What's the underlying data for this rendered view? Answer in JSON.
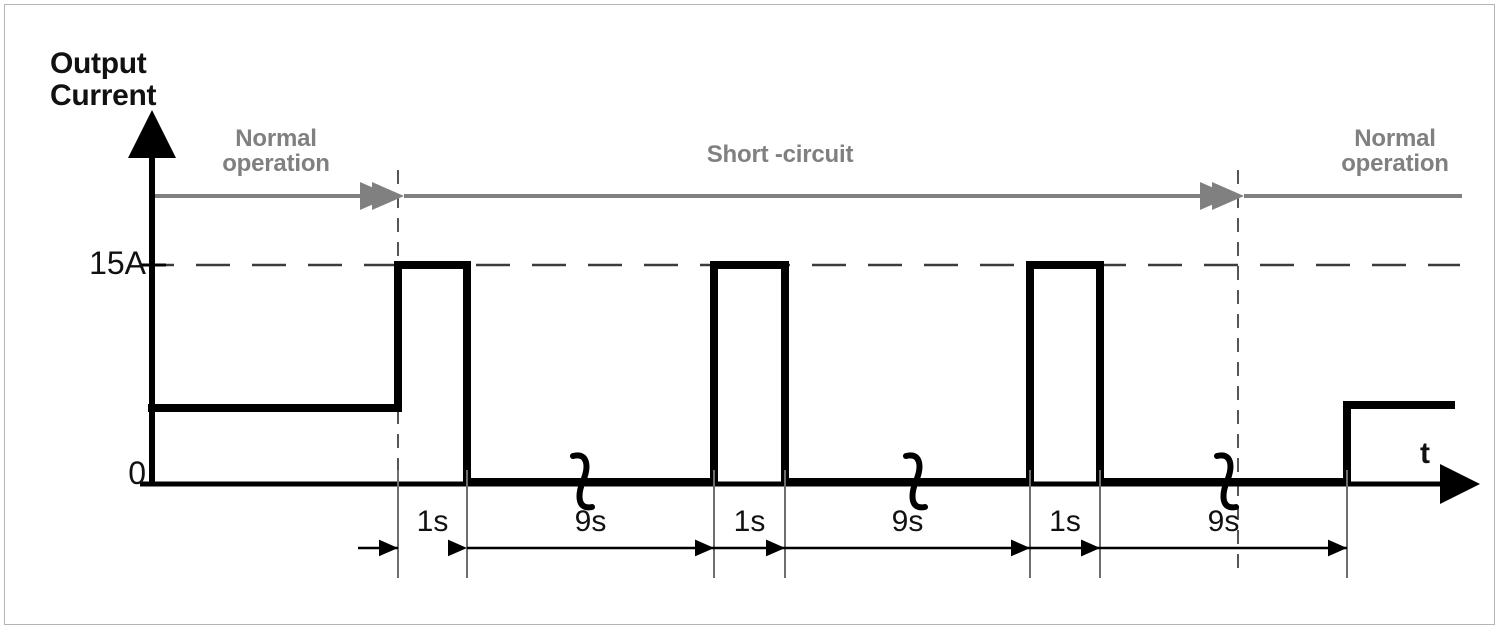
{
  "axis": {
    "y_title": "Output\nCurrent",
    "y_ticks": [
      {
        "label": "15A",
        "value": 15
      },
      {
        "label": "0",
        "value": 0
      }
    ],
    "x_label": "t"
  },
  "phases": [
    {
      "name": "normal-operation-left",
      "label": "Normal\noperation"
    },
    {
      "name": "short-circuit",
      "label": "Short -circuit"
    },
    {
      "name": "normal-operation-right",
      "label": "Normal\noperation"
    }
  ],
  "segments": [
    {
      "label": "1s",
      "duration_s": 1
    },
    {
      "label": "9s",
      "duration_s": 9
    },
    {
      "label": "1s",
      "duration_s": 1
    },
    {
      "label": "9s",
      "duration_s": 9
    },
    {
      "label": "1s",
      "duration_s": 1
    },
    {
      "label": "9s",
      "duration_s": 9
    }
  ],
  "colors": {
    "waveform": "#000000",
    "phase_label": "#808080",
    "phase_arrow": "#808080",
    "text": "#111111",
    "reference_dash": "#3c3c3c",
    "frame": "#b3b3b3",
    "background": "#ffffff"
  },
  "chart_data": {
    "type": "line",
    "title": "Output Current",
    "xlabel": "t",
    "ylabel": "Output Current",
    "ylim": [
      0,
      15
    ],
    "ytick_labels": [
      "0",
      "15A"
    ],
    "grid": false,
    "legend": "none",
    "annotations": [
      "Normal operation",
      "Short -circuit",
      "Normal operation",
      "1s",
      "9s",
      "1s",
      "9s",
      "1s",
      "9s"
    ],
    "notes": "Square-wave hiccup-mode current limiting: during short-circuit the output delivers 15A for 1s then 0A for 9s, repeated 3 times. Axis breaks (integral-sign squiggles) compress each 9s off-interval. Normal operation current level is about 5A.",
    "series": [
      {
        "name": "Output Current",
        "points": [
          {
            "t_label": "start",
            "value": 5
          },
          {
            "t_label": "short-begin",
            "value": 5
          },
          {
            "t_label": "pulse1-rise",
            "value": 15
          },
          {
            "t_label": "pulse1-fall",
            "value": 15
          },
          {
            "t_label": "off1-begin",
            "value": 0
          },
          {
            "t_label": "off1-end",
            "value": 0
          },
          {
            "t_label": "pulse2-rise",
            "value": 15
          },
          {
            "t_label": "pulse2-fall",
            "value": 15
          },
          {
            "t_label": "off2-begin",
            "value": 0
          },
          {
            "t_label": "off2-end",
            "value": 0
          },
          {
            "t_label": "pulse3-rise",
            "value": 15
          },
          {
            "t_label": "pulse3-fall",
            "value": 15
          },
          {
            "t_label": "off3-begin",
            "value": 0
          },
          {
            "t_label": "off3-end",
            "value": 0
          },
          {
            "t_label": "recover",
            "value": 5
          },
          {
            "t_label": "end",
            "value": 5
          }
        ]
      }
    ],
    "reference_levels": [
      {
        "label": "15A",
        "value": 15,
        "style": "dashed"
      }
    ]
  }
}
